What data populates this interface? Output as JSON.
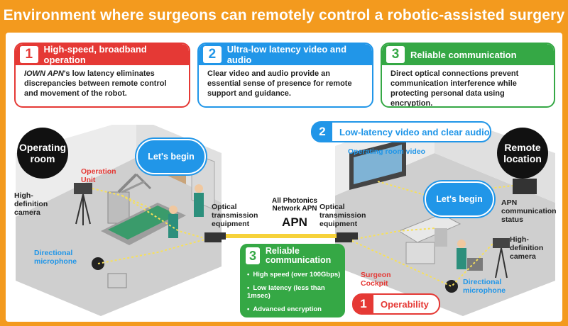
{
  "title": "Environment where surgeons can remotely control a robotic-assisted surgery system",
  "cards": [
    {
      "num": "1",
      "head": "High-speed, broadband operation",
      "body_em": "IOWN APN",
      "body": "'s low latency eliminates discrepancies between remote control and movement of the robot."
    },
    {
      "num": "2",
      "head": "Ultra-low latency video and audio",
      "body": "Clear video and audio provide an essential sense of presence for remote support and guidance."
    },
    {
      "num": "3",
      "head": "Reliable communication",
      "body": "Direct optical connections prevent communication interference while protecting personal data using encryption."
    }
  ],
  "operating_room": {
    "badge": "Operating room",
    "bubble": "Let's begin",
    "operation_unit": "Operation Unit",
    "camera": "High-definition camera",
    "microphone": "Directional microphone",
    "optical": "Optical transmission equipment"
  },
  "network": {
    "label": "All Photonics Network APN",
    "short": "APN"
  },
  "remote_location": {
    "badge": "Remote location",
    "bubble": "Let's begin",
    "video_label": "Operating room video",
    "apn_status": "APN communication status",
    "camera": "High-definition camera",
    "microphone": "Directional microphone",
    "optical": "Optical transmission equipment",
    "cockpit": "Surgeon Cockpit"
  },
  "callouts": {
    "video": {
      "num": "2",
      "text": "Low-latency video and clear audio"
    },
    "operability": {
      "num": "1",
      "text": "Operability"
    },
    "reliable": {
      "num": "3",
      "text": "Reliable communication",
      "items": [
        "High speed (over 100Gbps)",
        "Low latency (less than 1msec)",
        "Advanced encryption"
      ]
    }
  },
  "colors": {
    "orange": "#f39a1e",
    "red": "#e53935",
    "blue": "#2196e8",
    "green": "#35a845"
  }
}
